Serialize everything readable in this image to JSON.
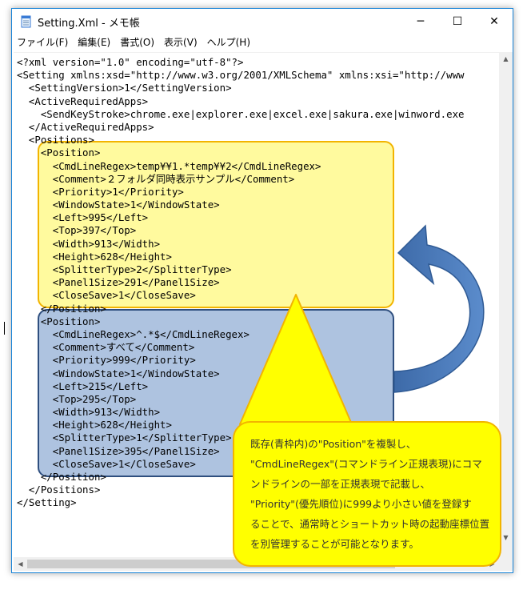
{
  "window": {
    "title": "Setting.Xml - メモ帳",
    "icon": "notepad-icon",
    "controls": {
      "minimize": "─",
      "maximize": "☐",
      "close": "✕"
    }
  },
  "menu": [
    "ファイル(F)",
    "編集(E)",
    "書式(O)",
    "表示(V)",
    "ヘルプ(H)"
  ],
  "editor": {
    "lines": [
      "<?xml version=\"1.0\" encoding=\"utf-8\"?>",
      "<Setting xmlns:xsd=\"http://www.w3.org/2001/XMLSchema\" xmlns:xsi=\"http://www",
      "  <SettingVersion>1</SettingVersion>",
      "  <ActiveRequiredApps>",
      "    <SendKeyStroke>chrome.exe|explorer.exe|excel.exe|sakura.exe|winword.exe",
      "  </ActiveRequiredApps>",
      "  <Positions>",
      "    <Position>",
      "      <CmdLineRegex>temp¥¥1.*temp¥¥2</CmdLineRegex>",
      "      <Comment>２フォルダ同時表示サンプル</Comment>",
      "      <Priority>1</Priority>",
      "      <WindowState>1</WindowState>",
      "      <Left>995</Left>",
      "      <Top>397</Top>",
      "      <Width>913</Width>",
      "      <Height>628</Height>",
      "      <SplitterType>2</SplitterType>",
      "      <Panel1Size>291</Panel1Size>",
      "      <CloseSave>1</CloseSave>",
      "    </Position>",
      "    <Position>",
      "      <CmdLineRegex>^.*$</CmdLineRegex>",
      "      <Comment>すべて</Comment>",
      "      <Priority>999</Priority>",
      "      <WindowState>1</WindowState>",
      "      <Left>215</Left>",
      "      <Top>295</Top>",
      "      <Width>913</Width>",
      "      <Height>628</Height>",
      "      <SplitterType>1</SplitterType>",
      "      <Panel1Size>395</Panel1Size>",
      "      <CloseSave>1</CloseSave>",
      "    </Position>",
      "  </Positions>",
      "</Setting>"
    ]
  },
  "callout": {
    "lines": [
      "既存(青枠内)の\"Position\"を複製し、",
      "\"CmdLineRegex\"(コマンドライン正規表現)にコマ",
      "ンドラインの一部を正規表現で記載し、",
      "\"Priority\"(優先順位)に999より小さい値を登録す",
      "ることで、通常時とショートカット時の起動座標位置",
      "を別管理することが可能となります。"
    ]
  },
  "colors": {
    "yellow_fill": "#fff878",
    "yellow_border": "#f2b400",
    "blue_fill": "#7d9ecd",
    "blue_border": "#2f4f7f",
    "arrow": "#4f7fbf",
    "callout_fill": "#ffff00"
  }
}
